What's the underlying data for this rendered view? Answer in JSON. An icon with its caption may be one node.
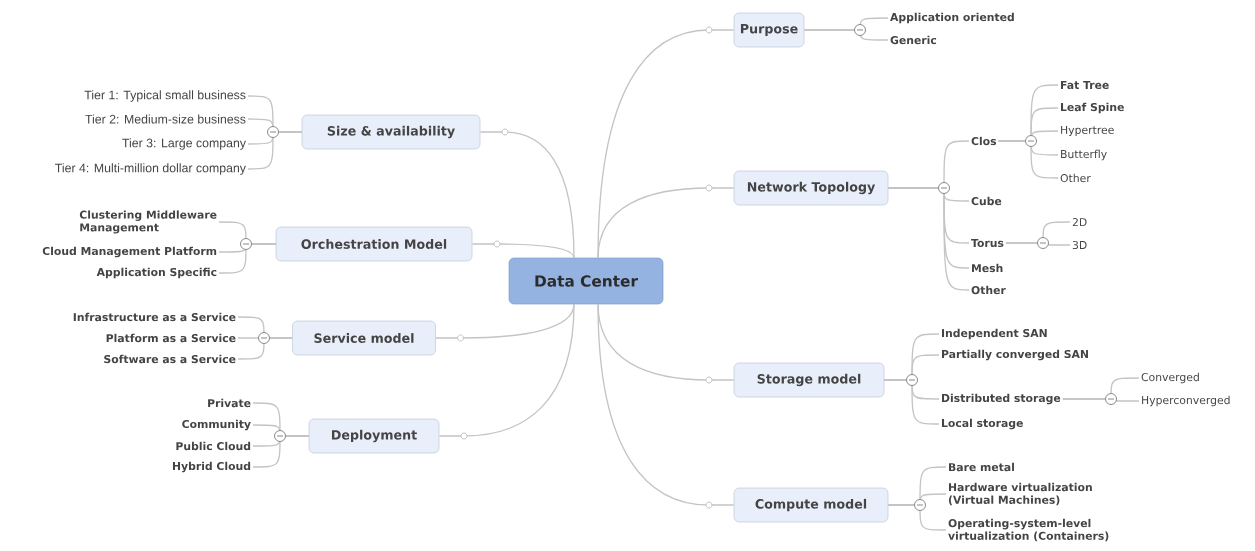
{
  "diagram": {
    "nodes": [
      {
        "text": [
          "Data Center"
        ]
      },
      {
        "text": [
          "Purpose"
        ]
      },
      {
        "text": [
          "Application oriented"
        ]
      },
      {
        "text": [
          "Generic"
        ]
      },
      {
        "text": [
          "Network Topology"
        ]
      },
      {
        "text": [
          "Clos"
        ]
      },
      {
        "text": [
          "Fat Tree"
        ]
      },
      {
        "text": [
          "Leaf Spine"
        ]
      },
      {
        "text": [
          "Hypertree"
        ]
      },
      {
        "text": [
          "Butterfly"
        ]
      },
      {
        "text": [
          "Other"
        ]
      },
      {
        "text": [
          "Cube"
        ]
      },
      {
        "text": [
          "Torus"
        ]
      },
      {
        "text": [
          "2D"
        ]
      },
      {
        "text": [
          "3D"
        ]
      },
      {
        "text": [
          "Mesh"
        ]
      },
      {
        "text": [
          "Other"
        ]
      },
      {
        "text": [
          "Storage model"
        ]
      },
      {
        "text": [
          "Independent SAN"
        ]
      },
      {
        "text": [
          "Partially converged SAN"
        ]
      },
      {
        "text": [
          "Distributed storage"
        ]
      },
      {
        "text": [
          "Converged"
        ]
      },
      {
        "text": [
          "Hyperconverged"
        ]
      },
      {
        "text": [
          "Local storage"
        ]
      },
      {
        "text": [
          "Compute model"
        ]
      },
      {
        "text": [
          "Bare metal"
        ]
      },
      {
        "text": [
          "Hardware virtualization (Virtual Machines)"
        ]
      },
      {
        "text": [
          "Operating-system-level virtualization (Containers)"
        ]
      },
      {
        "text": [
          "Size & availability"
        ]
      },
      {
        "text": [
          "Tier 1: Typical small business"
        ]
      },
      {
        "text": [
          "Tier 2: Medium-size business"
        ]
      },
      {
        "text": [
          "Tier 3: Large company"
        ]
      },
      {
        "text": [
          "Tier 4: Multi-million dollar company"
        ]
      },
      {
        "text": [
          "Orchestration Model"
        ]
      },
      {
        "text": [
          "Clustering Middleware Management"
        ]
      },
      {
        "text": [
          "Cloud Management Platform"
        ]
      },
      {
        "text": [
          "Application Specific"
        ]
      },
      {
        "text": [
          "Service model"
        ]
      },
      {
        "text": [
          "Infrastructure as a Service"
        ]
      },
      {
        "text": [
          "Platform as a Service"
        ]
      },
      {
        "text": [
          "Software as a Service"
        ]
      },
      {
        "text": [
          "Deployment"
        ]
      },
      {
        "text": [
          "Private"
        ]
      },
      {
        "text": [
          "Community"
        ]
      },
      {
        "text": [
          "Public Cloud"
        ]
      },
      {
        "text": [
          "Hybrid Cloud"
        ]
      }
    ],
    "edges": [
      {
        "from": 0,
        "to": 1,
        "arrow": "none"
      },
      {
        "from": 0,
        "to": 4,
        "arrow": "none"
      },
      {
        "from": 0,
        "to": 17,
        "arrow": "none"
      },
      {
        "from": 0,
        "to": 24,
        "arrow": "none"
      },
      {
        "from": 0,
        "to": 28,
        "arrow": "none"
      },
      {
        "from": 0,
        "to": 33,
        "arrow": "none"
      },
      {
        "from": 0,
        "to": 37,
        "arrow": "none"
      },
      {
        "from": 0,
        "to": 41,
        "arrow": "none"
      },
      {
        "from": 1,
        "to": 2,
        "arrow": "none"
      },
      {
        "from": 1,
        "to": 3,
        "arrow": "none"
      },
      {
        "from": 4,
        "to": 5,
        "arrow": "none"
      },
      {
        "from": 4,
        "to": 11,
        "arrow": "none"
      },
      {
        "from": 4,
        "to": 12,
        "arrow": "none"
      },
      {
        "from": 4,
        "to": 15,
        "arrow": "none"
      },
      {
        "from": 4,
        "to": 16,
        "arrow": "none"
      },
      {
        "from": 5,
        "to": 6,
        "arrow": "none"
      },
      {
        "from": 5,
        "to": 7,
        "arrow": "none"
      },
      {
        "from": 5,
        "to": 8,
        "arrow": "none"
      },
      {
        "from": 5,
        "to": 9,
        "arrow": "none"
      },
      {
        "from": 5,
        "to": 10,
        "arrow": "none"
      },
      {
        "from": 12,
        "to": 13,
        "arrow": "none"
      },
      {
        "from": 12,
        "to": 14,
        "arrow": "none"
      },
      {
        "from": 17,
        "to": 18,
        "arrow": "none"
      },
      {
        "from": 17,
        "to": 19,
        "arrow": "none"
      },
      {
        "from": 17,
        "to": 20,
        "arrow": "none"
      },
      {
        "from": 17,
        "to": 23,
        "arrow": "none"
      },
      {
        "from": 20,
        "to": 21,
        "arrow": "none"
      },
      {
        "from": 20,
        "to": 22,
        "arrow": "none"
      },
      {
        "from": 24,
        "to": 25,
        "arrow": "none"
      },
      {
        "from": 24,
        "to": 26,
        "arrow": "none"
      },
      {
        "from": 24,
        "to": 27,
        "arrow": "none"
      },
      {
        "from": 28,
        "to": 29,
        "arrow": "none"
      },
      {
        "from": 28,
        "to": 30,
        "arrow": "none"
      },
      {
        "from": 28,
        "to": 31,
        "arrow": "none"
      },
      {
        "from": 28,
        "to": 32,
        "arrow": "none"
      },
      {
        "from": 33,
        "to": 34,
        "arrow": "none"
      },
      {
        "from": 33,
        "to": 35,
        "arrow": "none"
      },
      {
        "from": 33,
        "to": 36,
        "arrow": "none"
      },
      {
        "from": 37,
        "to": 38,
        "arrow": "none"
      },
      {
        "from": 37,
        "to": 39,
        "arrow": "none"
      },
      {
        "from": 37,
        "to": 40,
        "arrow": "none"
      },
      {
        "from": 41,
        "to": 42,
        "arrow": "none"
      },
      {
        "from": 41,
        "to": 43,
        "arrow": "none"
      },
      {
        "from": 41,
        "to": 44,
        "arrow": "none"
      },
      {
        "from": 41,
        "to": 45,
        "arrow": "none"
      }
    ]
  }
}
